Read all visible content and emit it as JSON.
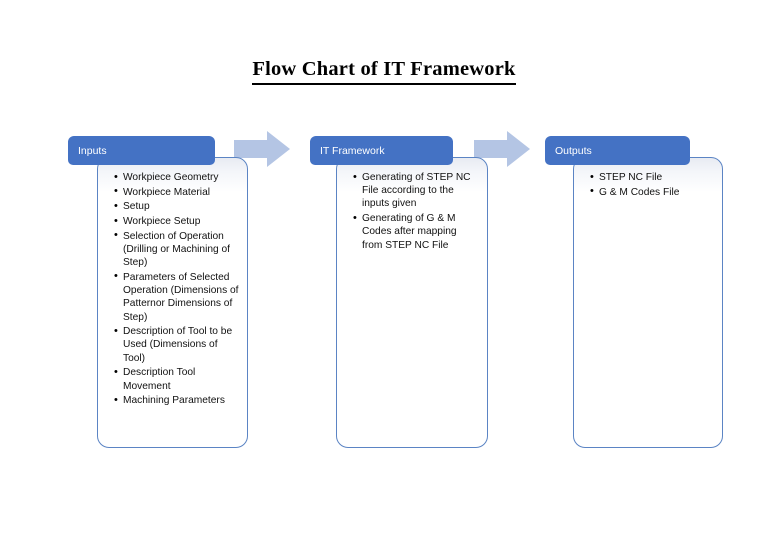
{
  "document": {
    "title": "Flow Chart of IT Framework"
  },
  "theme": {
    "header_fill": "#4472C4",
    "header_text": "#FFFFFF",
    "panel_border": "#5B84C4",
    "panel_fill": "#FFFFFF",
    "arrow_fill": "#B4C5E4",
    "body_text": "#111111"
  },
  "flow": {
    "stages": [
      {
        "id": "inputs",
        "header": "Inputs",
        "items": [
          "Workpiece Geometry",
          "Workpiece Material",
          "Setup",
          "Workpiece Setup",
          "Selection of Operation (Drilling or Machining of Step)",
          "Parameters of Selected Operation (Dimensions of Patternor Dimensions of Step)",
          "Description of Tool to be Used (Dimensions of Tool)",
          "Description Tool Movement",
          "Machining Parameters"
        ]
      },
      {
        "id": "it-framework",
        "header": "IT Framework",
        "items": [
          "Generating of STEP NC File according  to the inputs given",
          "Generating of G & M Codes after mapping from STEP NC File"
        ]
      },
      {
        "id": "outputs",
        "header": "Outputs",
        "items": [
          "STEP NC File",
          "G & M Codes File"
        ]
      }
    ],
    "connectors": [
      {
        "id": "arrow-inputs-to-framework",
        "icon": "right-block-arrow-icon"
      },
      {
        "id": "arrow-framework-to-outputs",
        "icon": "right-block-arrow-icon"
      }
    ]
  }
}
